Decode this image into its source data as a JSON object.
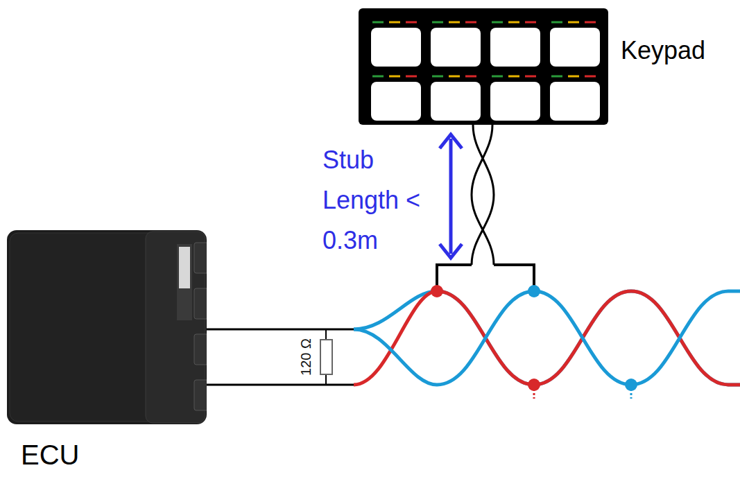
{
  "diagram": {
    "nodes": [
      {
        "text": [
          "ECU"
        ]
      },
      {
        "text": [
          "Keypad"
        ]
      }
    ],
    "edges": [
      {
        "from": 1,
        "to": 0,
        "arrow": "none"
      }
    ],
    "labels": [
      "Stub Length < 0.3m",
      "120 Ω"
    ]
  }
}
